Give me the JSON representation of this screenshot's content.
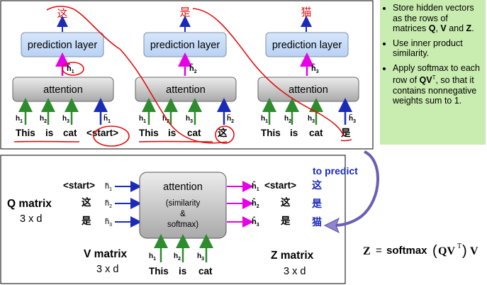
{
  "notes": [
    {
      "before": "Store hidden vectors as the rows of matrices ",
      "bold1": "Q",
      "mid1": ", ",
      "bold2": "V",
      "mid2": " and ",
      "bold3": "Z",
      "after": "."
    },
    {
      "text": "Use inner product similarity."
    },
    {
      "before": "Apply softmax to each row of ",
      "bold": "QV",
      "sup": "T",
      "after": ", so that it contains nonnegative weights sum to 1."
    }
  ],
  "top": {
    "outputs": [
      "这",
      "是",
      "猫"
    ],
    "prediction_label": "prediction layer",
    "attention_label": "attention",
    "h_hat_labels": [
      "ĥ",
      "ĥ",
      "ĥ"
    ],
    "h_hat_subs": [
      "1",
      "2",
      "3"
    ],
    "panels": [
      {
        "words": [
          "This",
          "is",
          "cat",
          "<start>"
        ],
        "h_subs": [
          "1",
          "2",
          "3"
        ],
        "tilde_sub": "1"
      },
      {
        "words": [
          "This",
          "is",
          "cat",
          "这"
        ],
        "h_subs": [
          "1",
          "2",
          "3"
        ],
        "tilde_sub": "2"
      },
      {
        "words": [
          "This",
          "is",
          "cat",
          "是"
        ],
        "h_subs": [
          "1",
          "2",
          "3"
        ],
        "tilde_sub": "3"
      }
    ]
  },
  "bottom": {
    "to_predict": "to predict",
    "q_matrix": "Q matrix",
    "q_dim": "3 x d",
    "v_matrix": "V matrix",
    "v_dim": "3 x d",
    "z_matrix": "Z matrix",
    "z_dim": "3 x d",
    "left_tokens": [
      "<start>",
      "这",
      "是"
    ],
    "right_tokens": [
      "<start>",
      "这",
      "是"
    ],
    "predictions": [
      "这",
      "是",
      "猫"
    ],
    "attention_title": "attention",
    "attention_sub1": "(similarity",
    "attention_sub2": "&",
    "attention_sub3": "softmax)",
    "value_words": [
      "This",
      "is",
      "cat"
    ]
  },
  "formula": {
    "lhs": "Z",
    "eq": "=",
    "fn": "softmax",
    "arg": "QV",
    "sup": "T",
    "rhs": "V"
  },
  "colors": {
    "green_arrow": "#2e8b2e",
    "blue_arrow": "#1a2bb8",
    "magenta_arrow": "#e600e6",
    "dark_blue_arrow": "#141c8f",
    "red_annotation": "#e01010",
    "note_bg": "#c9ecb0",
    "box_gray": "#c8c8c8"
  }
}
